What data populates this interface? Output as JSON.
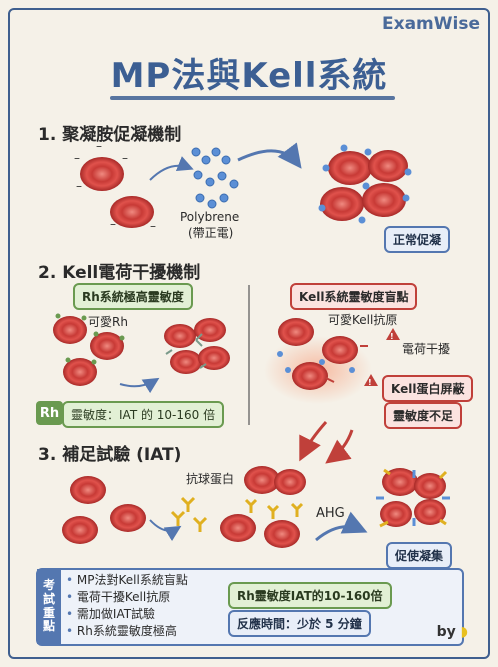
{
  "brand": "ExamWise",
  "title": "MP法與Kell系統",
  "section1": {
    "heading": "1. 聚凝胺促凝機制",
    "polybrene_label": "Polybrene",
    "polybrene_sub": "(帶正電)",
    "result": "正常促凝"
  },
  "section2": {
    "heading": "2. Kell電荷干擾機制",
    "left_box": "Rh系統極高靈敏度",
    "rh_cell_label": "可愛Rh",
    "rh_tag": "Rh",
    "sensitivity_box": "靈敏度：IAT 的 10-160 倍",
    "right_box": "Kell系統靈敏度盲點",
    "kell_label": "可愛Kell抗原",
    "charge_interference": "電荷干擾",
    "protein_shield": "Kell蛋白屏蔽",
    "insufficient": "靈敏度不足"
  },
  "section3": {
    "heading": "3. 補足試驗 (IAT)",
    "antiglobulin": "抗球蛋白",
    "ahg": "AHG",
    "result": "促使凝集"
  },
  "summary": {
    "tag": [
      "考",
      "試",
      "重",
      "點"
    ],
    "bullets": [
      "MP法對Kell系統盲點",
      "電荷干擾Kell抗原",
      "需加做IAT試驗",
      "Rh系統靈敏度極高"
    ],
    "box1": "Rh靈敏度IAT的10-160倍",
    "box2": "反應時間：少於 5 分鐘"
  },
  "signature": "by",
  "colors": {
    "accent": "#3c5f93",
    "green": "#6a9a50",
    "red": "#c0403a",
    "cell": "#d9423f",
    "polymer": "#5b8fd6",
    "antibody": "#e0b020"
  }
}
